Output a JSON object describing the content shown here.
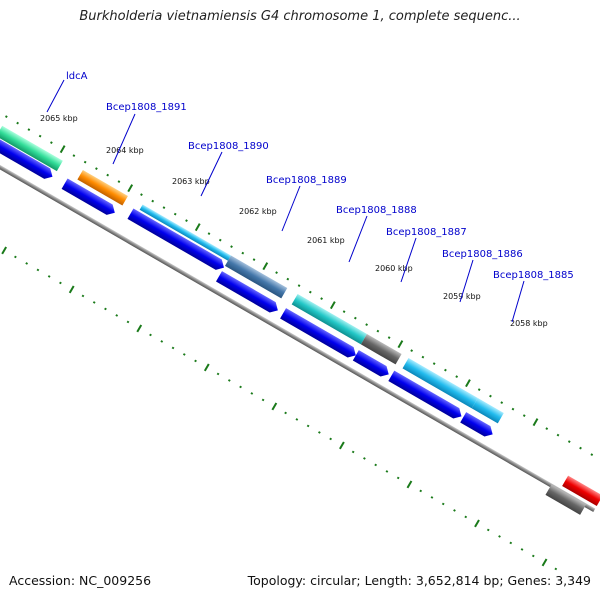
{
  "title": "Burkholderia vietnamiensis G4 chromosome 1, complete sequenc...",
  "footer": {
    "accession": "Accession: NC_009256",
    "stats": "Topology: circular; Length: 3,652,814 bp; Genes: 3,349"
  },
  "ticks": [
    "2065 kbp",
    "2064 kbp",
    "2063 kbp",
    "2062 kbp",
    "2061 kbp",
    "2060 kbp",
    "2059 kbp",
    "2058 kbp"
  ],
  "genes": [
    "ldcA",
    "Bcep1808_1891",
    "Bcep1808_1890",
    "Bcep1808_1889",
    "Bcep1808_1888",
    "Bcep1808_1887",
    "Bcep1808_1886",
    "Bcep1808_1885"
  ],
  "colors": {
    "backbone": "#888888",
    "ticks": "#1a7a1a",
    "cds": "#0000ee",
    "labels": "#0000cc",
    "ldcA": "#33dd99",
    "Bcep1808_1891": "#ff8c00",
    "Bcep1808_1890": "#22bbee",
    "Bcep1808_1889": "#4477aa",
    "Bcep1808_1888": "#22c7c7",
    "Bcep1808_1887": "#666666",
    "Bcep1808_1886": "#22bbee",
    "Bcep1808_1885": "#22bbee",
    "red_feature": "#ee0000",
    "grey_feature": "#666666"
  }
}
